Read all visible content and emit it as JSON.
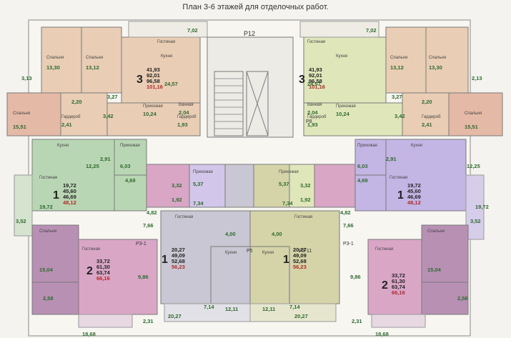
{
  "title": "План 3-6 этажей для отделочных работ.",
  "labels": {
    "p12": "Р12",
    "p8": "Р8",
    "p5": "Р5",
    "p3_1": "Р3-1",
    "p3_1_right": "Р3-1",
    "p3_11": "Р3-11"
  },
  "rooms": {
    "a3L_bed1": {
      "label": "Спальня",
      "area": "13,30"
    },
    "a3L_bed2": {
      "label": "Спальня",
      "area": "13,12"
    },
    "a3L_bed3": {
      "label": "Спальня",
      "area": "15,51"
    },
    "a3L_liv": {
      "label": "Гостиная",
      "area": "24,57"
    },
    "a3L_kitchen": {
      "label": "Кухня",
      "area": ""
    },
    "a3L_hall": {
      "label": "Прихожая",
      "area": "10,24"
    },
    "a3L_bath": {
      "label": "Гардероб",
      "area": "2,41"
    },
    "a3L_wc": {
      "label": "Ванная",
      "area": "2,04"
    },
    "a3L_wc2": {
      "label": "Гардероб",
      "area": "1,93"
    },
    "a3L_corr": {
      "label": "",
      "area": "3,27"
    },
    "a3L_corr2": {
      "label": "",
      "area": "2,20"
    },
    "a3L_st": {
      "label": "",
      "area": "3,42"
    },
    "a3L_balc": {
      "label": "",
      "area": "7,02"
    },
    "a3L_balc2": {
      "label": "",
      "area": "3,13"
    },
    "a3R_bed1": {
      "label": "Спальня",
      "area": "13,12"
    },
    "a3R_bed2": {
      "label": "Спальня",
      "area": "13,30"
    },
    "a3R_bed3": {
      "label": "Спальня",
      "area": "15,51"
    },
    "a3R_liv": {
      "label": "Гостиная",
      "area": "24,57"
    },
    "a3R_kitchen": {
      "label": "Кухня",
      "area": ""
    },
    "a3R_hall": {
      "label": "Прихожая",
      "area": "10,24"
    },
    "a3R_bath": {
      "label": "Гардероб",
      "area": "2,41"
    },
    "a3R_wc": {
      "label": "Ванная",
      "area": "2,04"
    },
    "a3R_wc2": {
      "label": "Гардероб",
      "area": "1,93"
    },
    "a3R_corr": {
      "label": "",
      "area": "3,27"
    },
    "a3R_corr2": {
      "label": "",
      "area": "2,20"
    },
    "a3R_st": {
      "label": "",
      "area": "3,42"
    },
    "a3R_balc": {
      "label": "",
      "area": "7,02"
    },
    "a3R_balc2": {
      "label": "",
      "area": "2,13"
    },
    "a1L_liv": {
      "label": "Гостиная",
      "area": "19,72"
    },
    "a1L_kitchen": {
      "label": "Кухня",
      "area": "12,25"
    },
    "a1L_hall": {
      "label": "Прихожая",
      "area": "6,03"
    },
    "a1L_bath": {
      "label": "",
      "area": "4,69"
    },
    "a1L_corr": {
      "label": "",
      "area": "2,91"
    },
    "a1L_balc": {
      "label": "",
      "area": "3,52"
    },
    "a1R_liv": {
      "label": "Гостиная",
      "area": "19,72"
    },
    "a1R_kitchen": {
      "label": "Кухня",
      "area": "12,25"
    },
    "a1R_hall": {
      "label": "Прихожая",
      "area": "6,03"
    },
    "a1R_bath": {
      "label": "",
      "area": "4,69"
    },
    "a1R_corr": {
      "label": "",
      "area": "2,91"
    },
    "a1R_balc": {
      "label": "",
      "area": "3,52"
    },
    "mid_l1": {
      "label": "Прихожая",
      "area": "5,37"
    },
    "mid_l2": {
      "label": "Прихожая",
      "area": "5,37"
    },
    "mid_a": {
      "label": "",
      "area": "3,32"
    },
    "mid_b": {
      "label": "",
      "area": "1,92"
    },
    "mid_c": {
      "label": "",
      "area": "3,32"
    },
    "mid_d": {
      "label": "",
      "area": "1,92"
    },
    "mid_e": {
      "label": "",
      "area": "7,34"
    },
    "mid_f": {
      "label": "",
      "area": "7,34"
    },
    "mid_g": {
      "label": "",
      "area": "4,82"
    },
    "mid_h": {
      "label": "",
      "area": "4,82"
    },
    "a1B_liv": {
      "label": "Гостиная",
      "area": "20,27"
    },
    "a1B_kitchen": {
      "label": "Кухня",
      "area": "12,11"
    },
    "a1B_hall": {
      "label": "",
      "area": "4,00"
    },
    "a1B_bottom": {
      "label": "",
      "area": "7,14"
    },
    "a1B2_liv": {
      "label": "Гостиная",
      "area": "20,27"
    },
    "a1B2_kitchen": {
      "label": "Кухня",
      "area": "12,11"
    },
    "a1B2_hall": {
      "label": "",
      "area": "4,00"
    },
    "a1B2_bottom": {
      "label": "",
      "area": "7,14"
    },
    "a2L_bed": {
      "label": "Спальня",
      "area": "15,04"
    },
    "a2L_liv": {
      "label": "Гостиная",
      "area": "18,68"
    },
    "a2L_hall": {
      "label": "",
      "area": "7,66"
    },
    "a2L_bath": {
      "label": "",
      "area": "9,86"
    },
    "a2L_balc": {
      "label": "",
      "area": "2,58"
    },
    "a2L_balc2": {
      "label": "",
      "area": "2,31"
    },
    "a2R_bed": {
      "label": "Спальня",
      "area": "15,04"
    },
    "a2R_liv": {
      "label": "Гостиная",
      "area": "18,68"
    },
    "a2R_hall": {
      "label": "",
      "area": "7,66"
    },
    "a2R_bath": {
      "label": "",
      "area": "9,86"
    },
    "a2R_balc": {
      "label": "",
      "area": "2,58"
    },
    "a2R_balc2": {
      "label": "",
      "area": "2,31"
    }
  },
  "apartments": {
    "a3L": {
      "rooms": "3",
      "lines": [
        "41,93",
        "92,01",
        "96,58",
        "101,16"
      ]
    },
    "a3R": {
      "rooms": "3",
      "lines": [
        "41,93",
        "92,01",
        "96,58",
        "101,16"
      ]
    },
    "a1L": {
      "rooms": "1",
      "lines": [
        "19,72",
        "45,60",
        "46,69",
        "48,12"
      ]
    },
    "a1R": {
      "rooms": "1",
      "lines": [
        "19,72",
        "45,60",
        "46,69",
        "48,12"
      ]
    },
    "a1B": {
      "rooms": "1",
      "lines": [
        "20,27",
        "49,09",
        "52,68",
        "56,23"
      ]
    },
    "a1B2": {
      "rooms": "1",
      "lines": [
        "20,27",
        "49,09",
        "52,68",
        "56,23"
      ]
    },
    "a2L": {
      "rooms": "2",
      "lines": [
        "33,72",
        "61,30",
        "63,74",
        "66,16"
      ]
    },
    "a2R": {
      "rooms": "2",
      "lines": [
        "33,72",
        "61,30",
        "63,74",
        "66,16"
      ]
    }
  },
  "colors": {
    "peach": "#e9cdb4",
    "salmon": "#e4b9a6",
    "lime": "#dfe6ba",
    "green": "#b9d6b4",
    "violet": "#c3b5e4",
    "pink": "#d9a6c6",
    "mauve": "#b890b4",
    "gray": "#c9c7d3",
    "olive": "#d4d4a8",
    "lightviolet": "#d2c6ea",
    "wall": "#7a7a7a",
    "green_text": "#2f6b2f",
    "red_text": "#b02a2a"
  }
}
